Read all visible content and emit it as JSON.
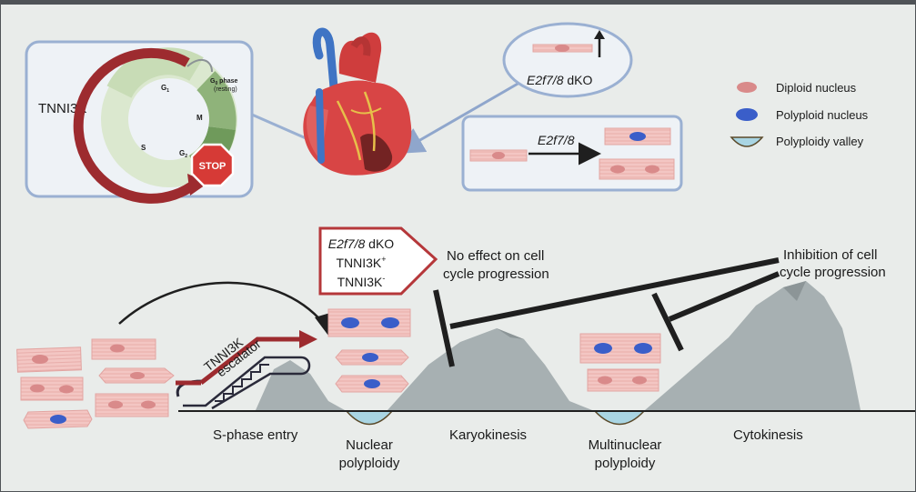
{
  "cell_cycle_panel": {
    "regulator": "TNNI3K",
    "phase_g1": "G",
    "phase_g1_sub": "1",
    "phase_m": "M",
    "phase_s": "S",
    "phase_g2": "G",
    "phase_g2_sub": "2",
    "g0_label": "G",
    "g0_sub": "0",
    "g0_suffix": " phase",
    "g0_note": "(resting)",
    "stop_sign": "STOP"
  },
  "dko_bubble": {
    "gene": "E2f7/8",
    "suffix": " dKO"
  },
  "e2f_box": {
    "gene": "E2f7/8"
  },
  "legend": {
    "items": [
      {
        "label": "Diploid nucleus",
        "color": "#d98a8a"
      },
      {
        "label": "Polyploid nucleus",
        "color": "#3a5ec9"
      },
      {
        "label": "Polyploidy valley",
        "color": "#a9d5e3"
      }
    ]
  },
  "callout": {
    "line1_gene": "E2f7/8",
    "line1_suffix": " dKO",
    "line2": "TNNI3K",
    "line2_sup": "+",
    "line3": "TNNI3K",
    "line3_sup": "-"
  },
  "annotations": {
    "no_effect_line1": "No effect on cell",
    "no_effect_line2": "cycle progression",
    "inhibition_line1": "Inhibition of cell",
    "inhibition_line2": "cycle progression",
    "escalator_line1": "TNNI3K",
    "escalator_line2": "escalator"
  },
  "stages": {
    "s_phase_entry": "S-phase entry",
    "nuclear_line1": "Nuclear",
    "nuclear_line2": "polyploidy",
    "karyokinesis": "Karyokinesis",
    "multinuclear_line1": "Multinuclear",
    "multinuclear_line2": "polyploidy",
    "cytokinesis": "Cytokinesis"
  },
  "colors": {
    "panel_bg": "#eef2f6",
    "panel_border": "#9ab0d2",
    "cell_fill": "#f3c6c3",
    "mountain": "#a7b0b2",
    "arrow_red": "#9d2b2f",
    "accent_line": "#1f1f1f"
  }
}
